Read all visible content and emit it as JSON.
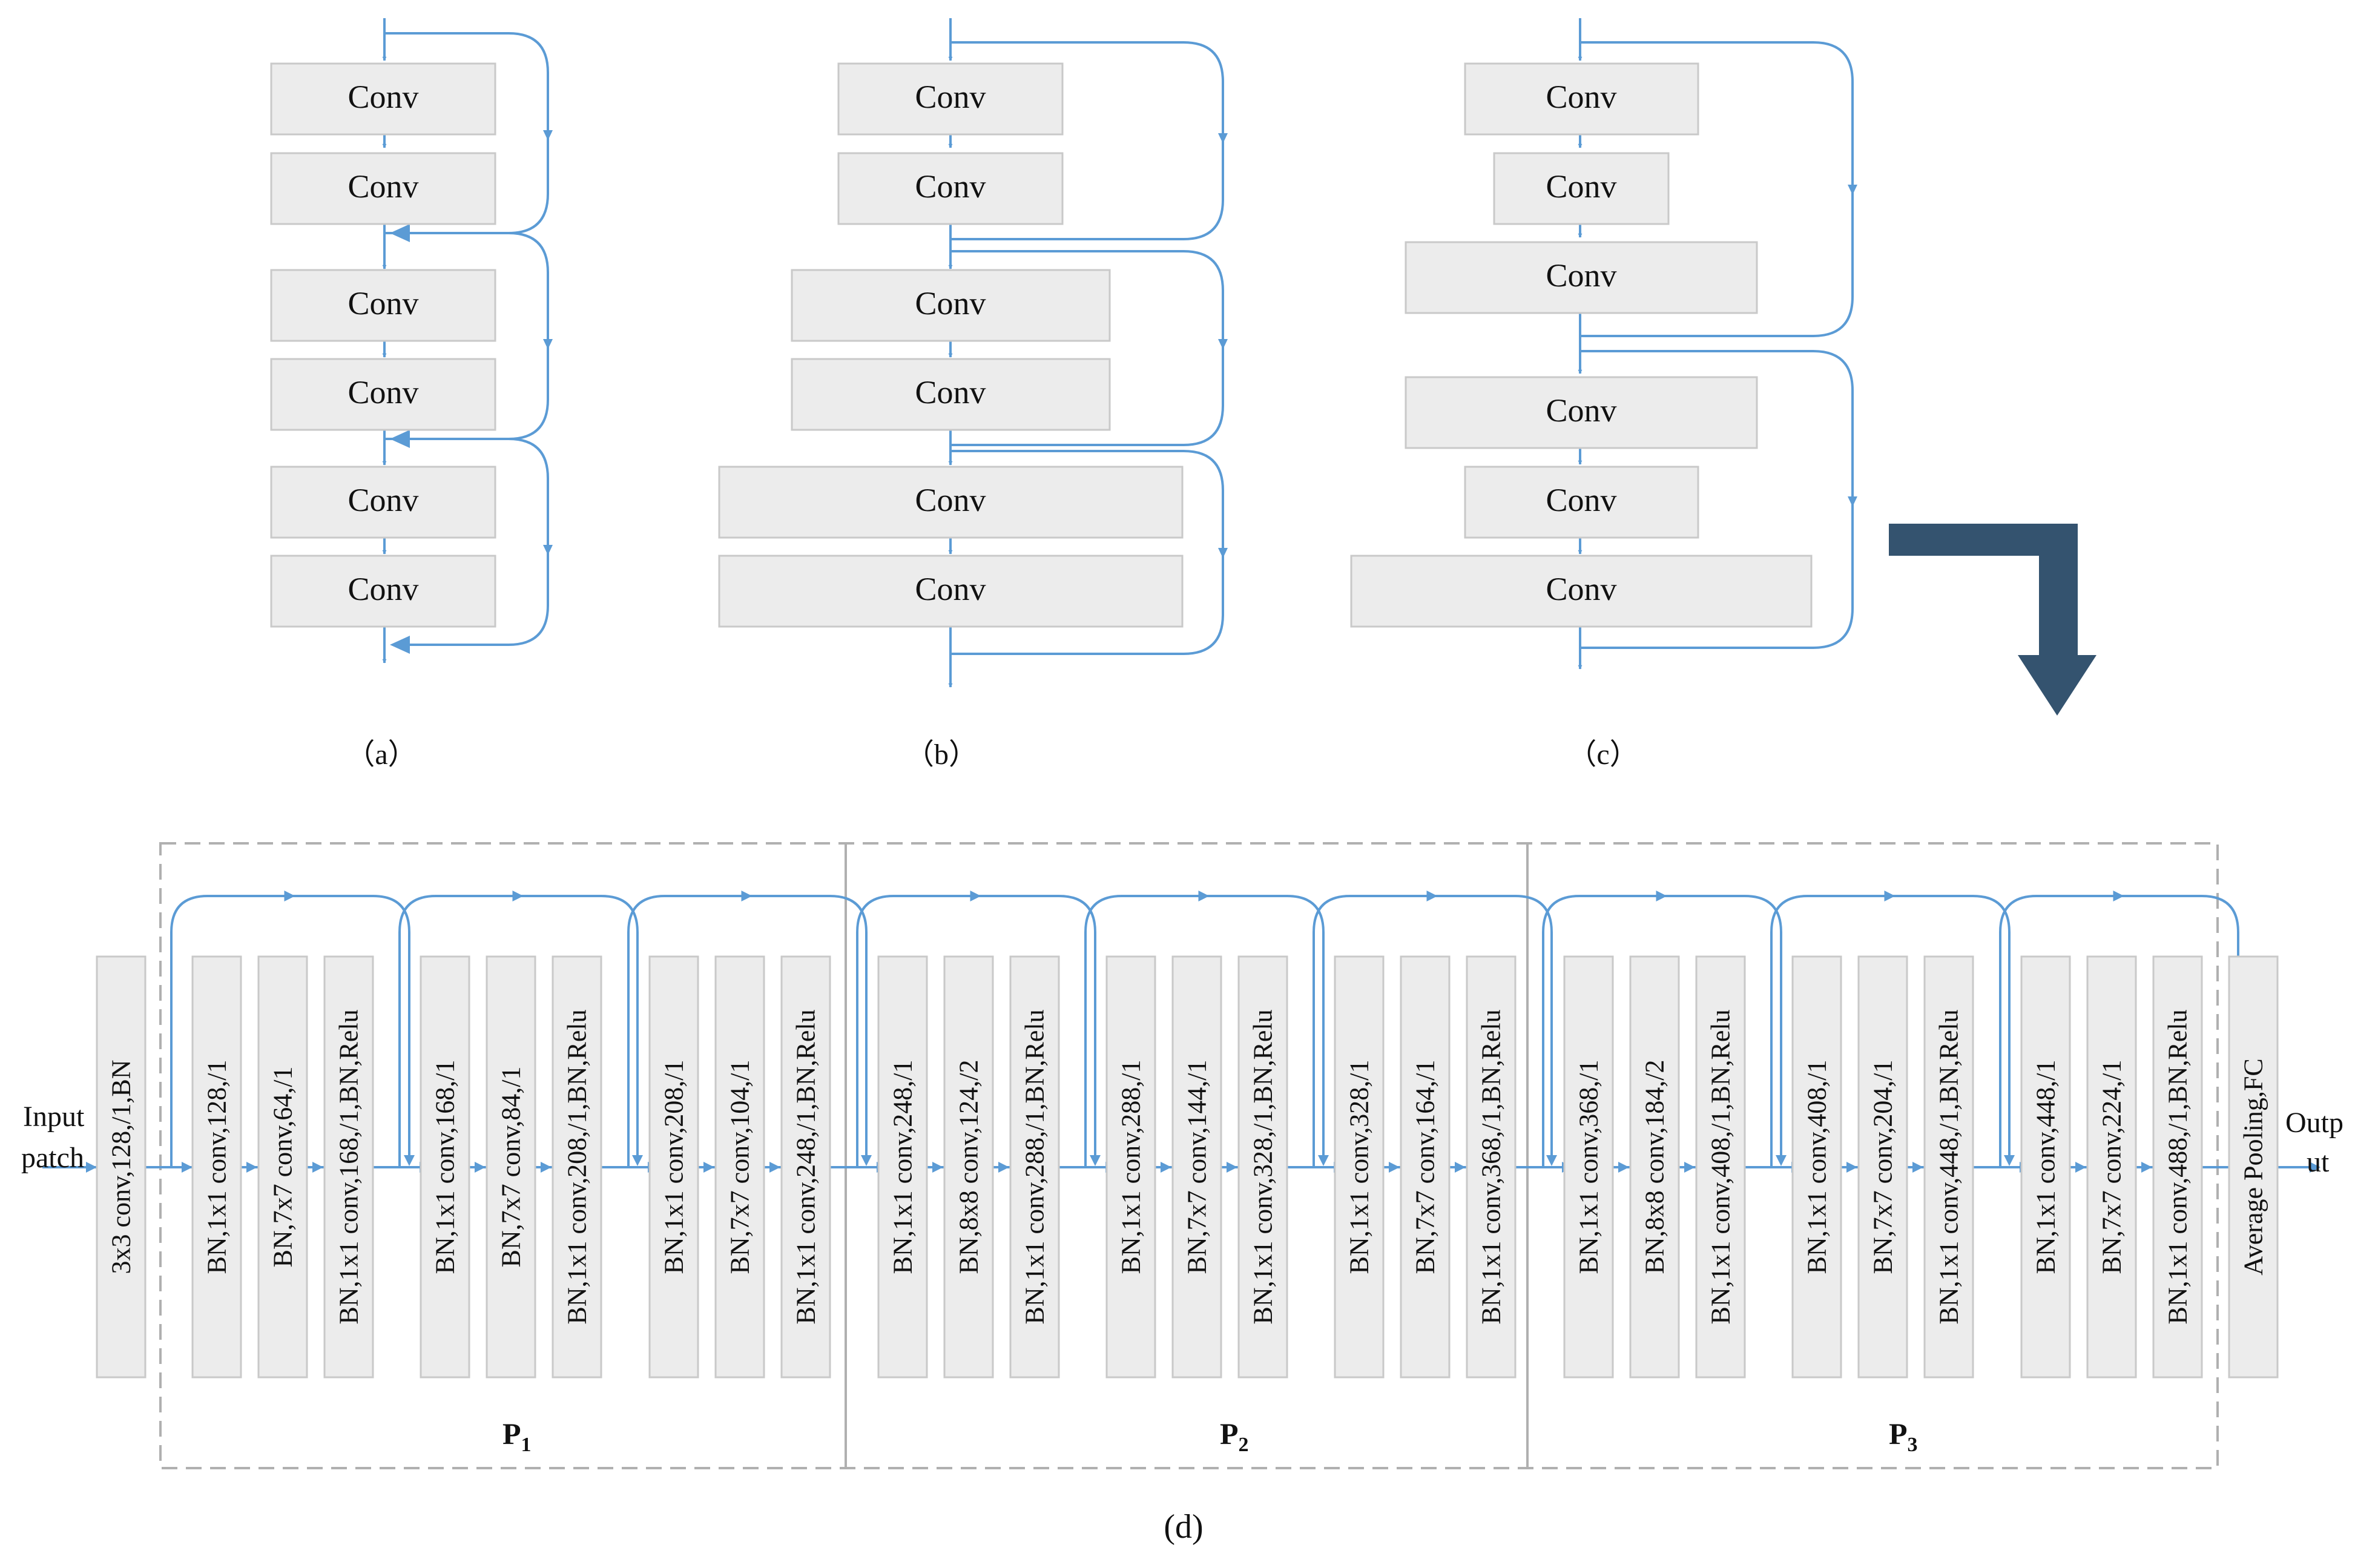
{
  "panels_top": [
    {
      "label": "（a）",
      "blocks": [
        "Conv",
        "Conv",
        "Conv",
        "Conv",
        "Conv",
        "Conv"
      ]
    },
    {
      "label": "（b）",
      "blocks": [
        "Conv",
        "Conv",
        "Conv",
        "Conv",
        "Conv",
        "Conv"
      ]
    },
    {
      "label": "（c）",
      "blocks": [
        "Conv",
        "Conv",
        "Conv",
        "Conv",
        "Conv",
        "Conv"
      ]
    }
  ],
  "panel_d": {
    "label": "(d)",
    "input_label": [
      "Input",
      "patch"
    ],
    "output_label": [
      "Outp",
      "ut"
    ],
    "first_block": "3x3 conv,128,/1,BN",
    "groups": [
      {
        "name": "P",
        "sub": "1",
        "units": [
          [
            "BN,1x1 conv,128,/1",
            "BN,7x7 conv,64,/1",
            "BN,1x1 conv,168,/1,BN,Relu"
          ],
          [
            "BN,1x1 conv,168,/1",
            "BN,7x7 conv,84,/1",
            "BN,1x1 conv,208,/1,BN,Relu"
          ],
          [
            "BN,1x1 conv,208,/1",
            "BN,7x7 conv,104,/1",
            "BN,1x1 conv,248,/1,BN,Relu"
          ]
        ]
      },
      {
        "name": "P",
        "sub": "2",
        "units": [
          [
            "BN,1x1 conv,248,/1",
            "BN,8x8 conv,124,/2",
            "BN,1x1 conv,288,/1,BN,Relu"
          ],
          [
            "BN,1x1 conv,288,/1",
            "BN,7x7 conv,144,/1",
            "BN,1x1 conv,328,/1,BN,Relu"
          ],
          [
            "BN,1x1 conv,328,/1",
            "BN,7x7 conv,164,/1",
            "BN,1x1 conv,368,/1,BN,Relu"
          ]
        ]
      },
      {
        "name": "P",
        "sub": "3",
        "units": [
          [
            "BN,1x1 conv,368,/1",
            "BN,8x8 conv,184,/2",
            "BN,1x1 conv,408,/1,BN,Relu"
          ],
          [
            "BN,1x1 conv,408,/1",
            "BN,7x7 conv,204,/1",
            "BN,1x1 conv,448,/1,BN,Relu"
          ],
          [
            "BN,1x1 conv,448,/1",
            "BN,7x7 conv,224,/1",
            "BN,1x1 conv,488,/1,BN,Relu"
          ]
        ]
      }
    ],
    "last_block": "Average Pooling,FC"
  },
  "colors": {
    "line": "#5b9bd5",
    "box_fill": "#ececec",
    "big_arrow": "#34536f",
    "dash": "#b0b0b0"
  }
}
